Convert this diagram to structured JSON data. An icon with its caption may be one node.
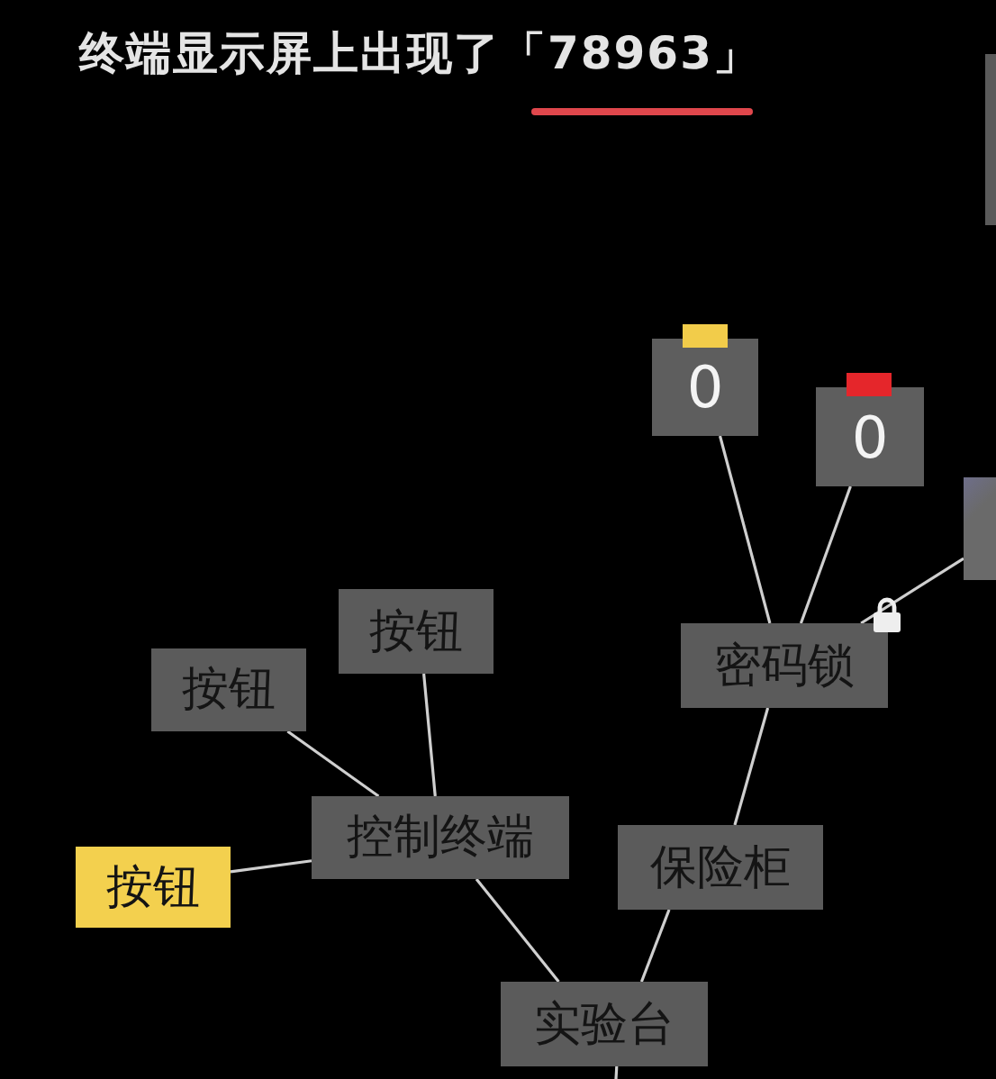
{
  "diagram": {
    "title": "终端显示屏上出现了「78963」",
    "nodes": [
      {
        "text": [
          "0"
        ]
      },
      {
        "text": [
          "0"
        ]
      },
      {
        "text": [],
        "shape": "box"
      },
      {
        "text": [
          "密码锁"
        ]
      },
      {
        "text": [
          "按钮"
        ]
      },
      {
        "text": [
          "按钮"
        ]
      },
      {
        "text": [
          "控制终端"
        ]
      },
      {
        "text": [
          "保险柜"
        ]
      },
      {
        "text": [
          "按钮"
        ]
      },
      {
        "text": [
          "实验台"
        ]
      }
    ],
    "edges": [
      {
        "from": 3,
        "to": 0,
        "arrow": "none"
      },
      {
        "from": 3,
        "to": 1,
        "arrow": "none"
      },
      {
        "from": 3,
        "to": 2,
        "arrow": "none"
      },
      {
        "from": 4,
        "to": 6,
        "arrow": "none"
      },
      {
        "from": 5,
        "to": 6,
        "arrow": "none"
      },
      {
        "from": 8,
        "to": 6,
        "arrow": "none"
      },
      {
        "from": 3,
        "to": 7,
        "arrow": "none"
      },
      {
        "from": 6,
        "to": 9,
        "arrow": "none"
      },
      {
        "from": 7,
        "to": 9,
        "arrow": "none"
      },
      {
        "from": 9,
        "to": null,
        "arrow": "none"
      }
    ]
  }
}
